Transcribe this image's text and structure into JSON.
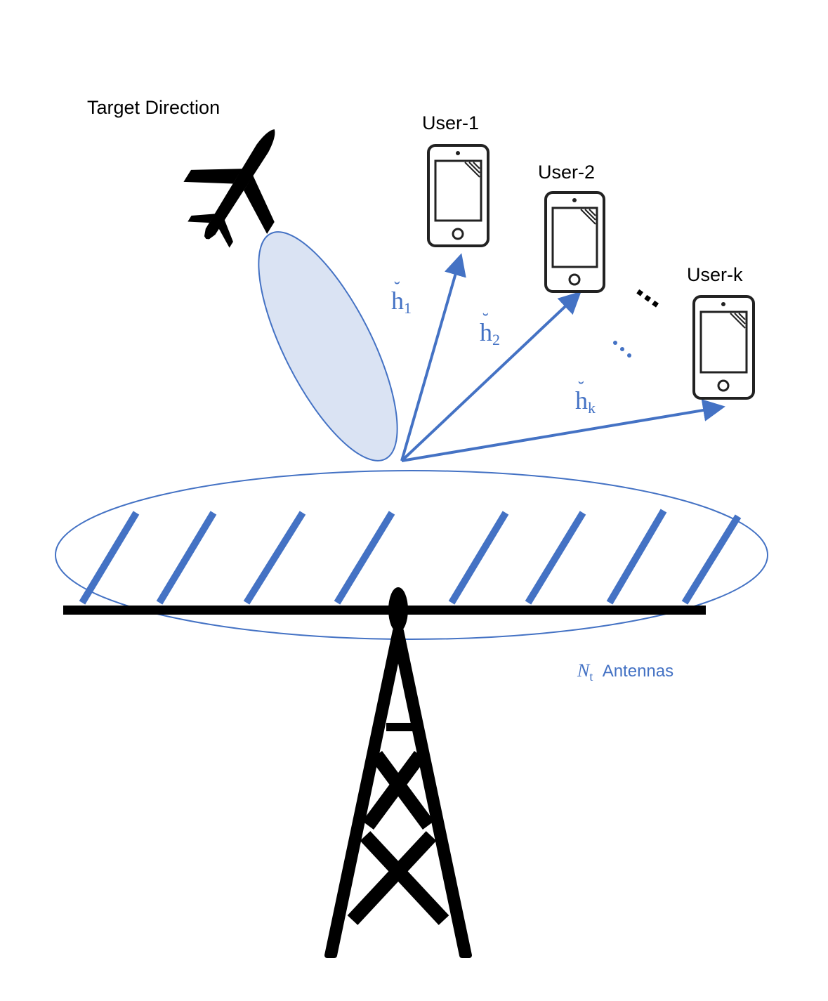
{
  "labels": {
    "target": "Target Direction",
    "user1": "User-1",
    "user2": "User-2",
    "userk": "User-k",
    "h1_sub": "1",
    "h2_sub": "2",
    "hk_sub": "k",
    "h_base": "h",
    "breve": "˘",
    "antenna_symbol": "N",
    "antenna_sub": "t",
    "antenna_label": "Antennas"
  },
  "colors": {
    "blue": "#4472c4",
    "beam_fill": "#dae3f3",
    "black": "#000000"
  },
  "icons": [
    "airplane-icon",
    "smartphone-icon",
    "cell-tower-icon",
    "antenna-array-icon"
  ]
}
